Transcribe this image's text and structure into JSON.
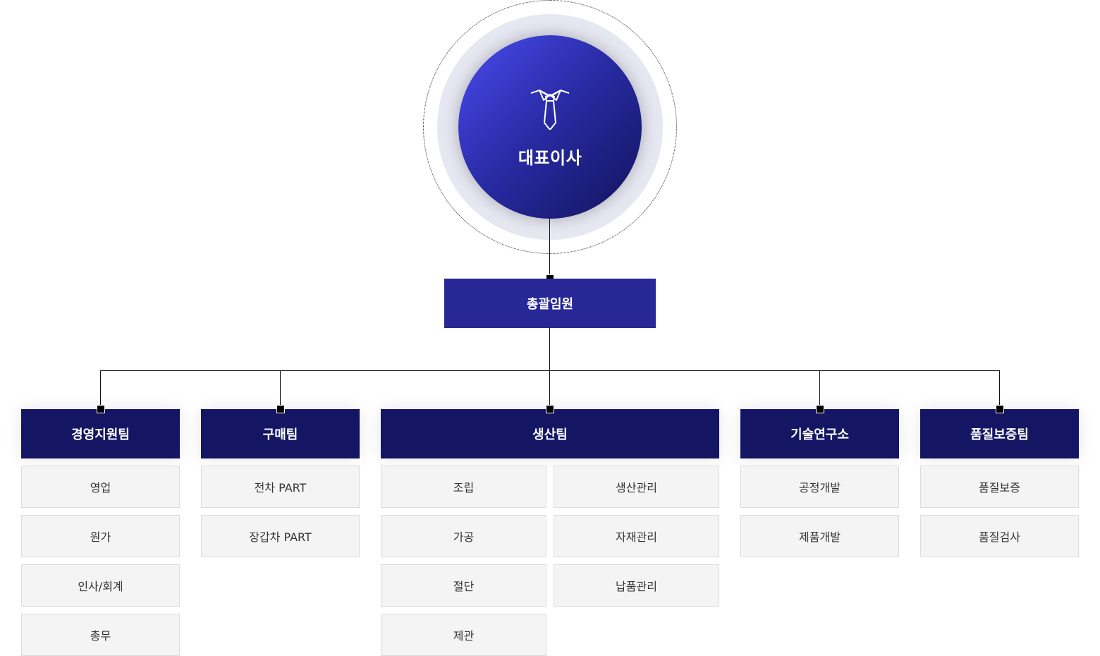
{
  "ceo": {
    "label": "대표이사",
    "icon": "necktie-icon"
  },
  "executive": {
    "label": "총괄임원"
  },
  "colors": {
    "ceo_gradient_start": "#4a4cf0",
    "ceo_gradient_end": "#11135c",
    "ceo_halo": "#e7e7f2",
    "executive_bg": "#272896",
    "team_header_bg": "#141664",
    "sub_item_bg": "#f4f4f4",
    "sub_item_border": "#dcdcdc",
    "connector": "#111111"
  },
  "teams": [
    {
      "name": "경영지원팀",
      "items": [
        "영업",
        "원가",
        "인사/회계",
        "총무"
      ]
    },
    {
      "name": "구매팀",
      "items": [
        "전차 PART",
        "장갑차 PART"
      ]
    },
    {
      "name": "생산팀",
      "items_left": [
        "조립",
        "가공",
        "절단",
        "제관"
      ],
      "items_right": [
        "생산관리",
        "자재관리",
        "납품관리"
      ]
    },
    {
      "name": "기술연구소",
      "items": [
        "공정개발",
        "제품개발"
      ]
    },
    {
      "name": "품질보증팀",
      "items": [
        "품질보증",
        "품질검사"
      ]
    }
  ]
}
